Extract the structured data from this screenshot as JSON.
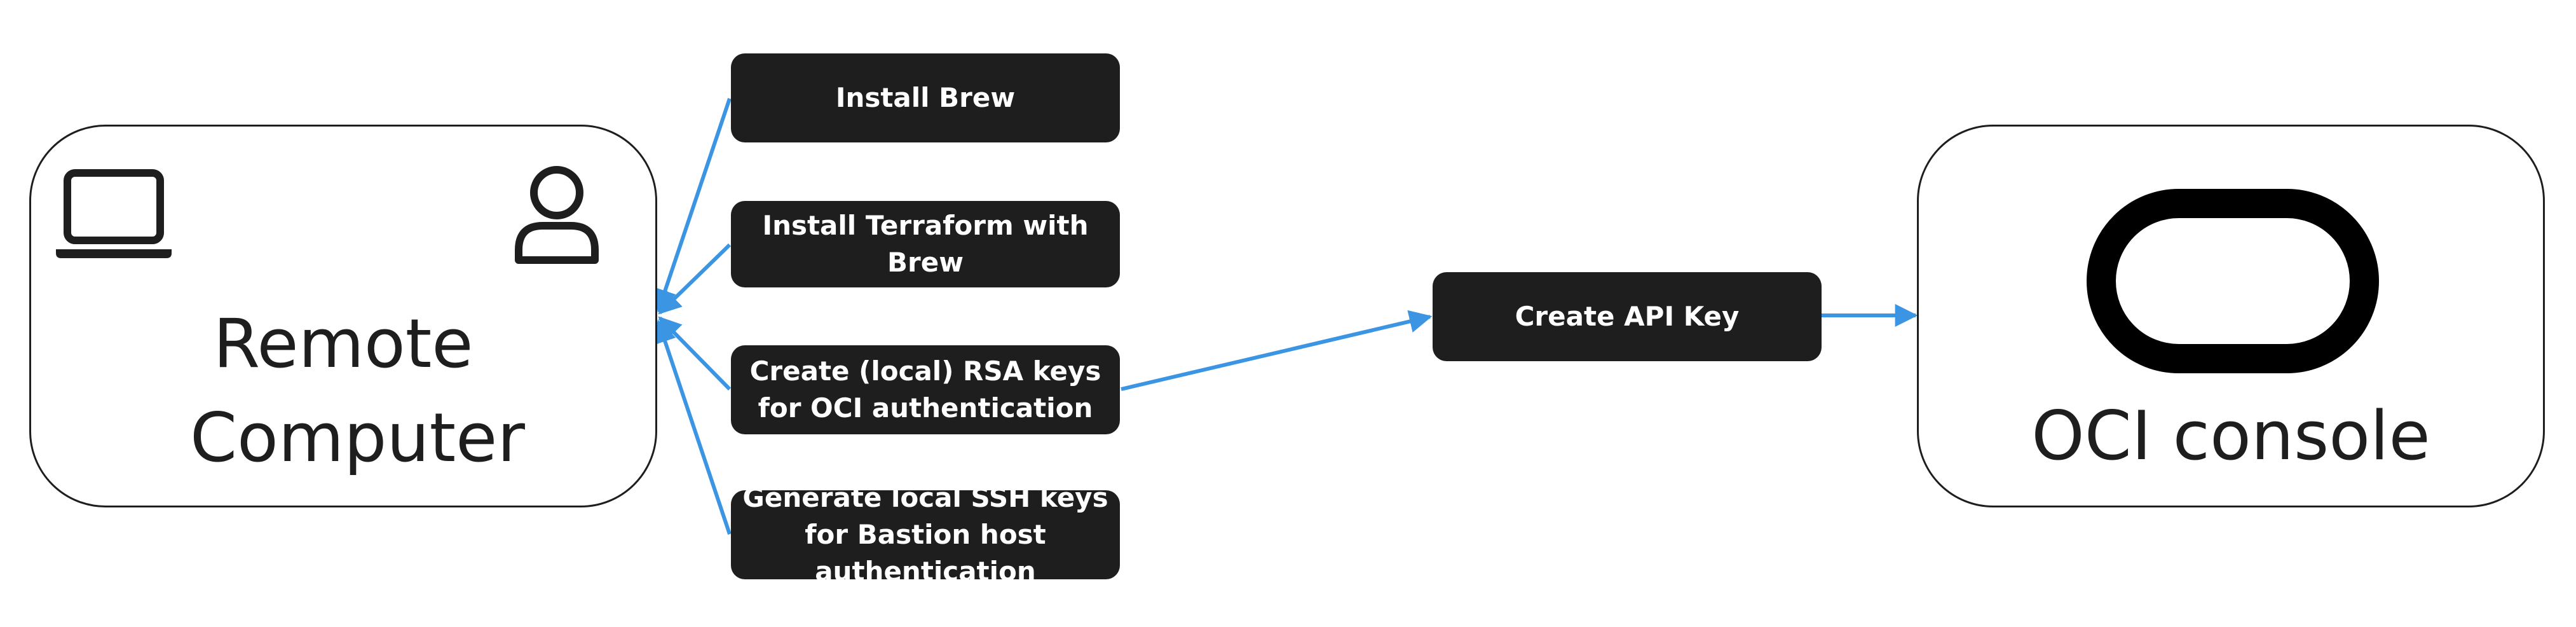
{
  "colors": {
    "arrow": "#3b95e3",
    "step_fill": "#1e1e1e",
    "step_text": "#ffffff",
    "box_border": "#1e1e1e"
  },
  "remote_computer": {
    "label": "Remote Computer",
    "icons": [
      "laptop-icon",
      "user-icon"
    ]
  },
  "oci_console": {
    "label": "OCI console",
    "icons": [
      "oracle-logo-icon"
    ]
  },
  "steps": [
    {
      "label": "Install Brew"
    },
    {
      "label": "Install Terraform with Brew"
    },
    {
      "label": "Create (local) RSA keys for OCI authentication"
    },
    {
      "label": "Generate local SSH keys for Bastion host authentication"
    }
  ],
  "api_key": {
    "label": "Create API Key"
  }
}
